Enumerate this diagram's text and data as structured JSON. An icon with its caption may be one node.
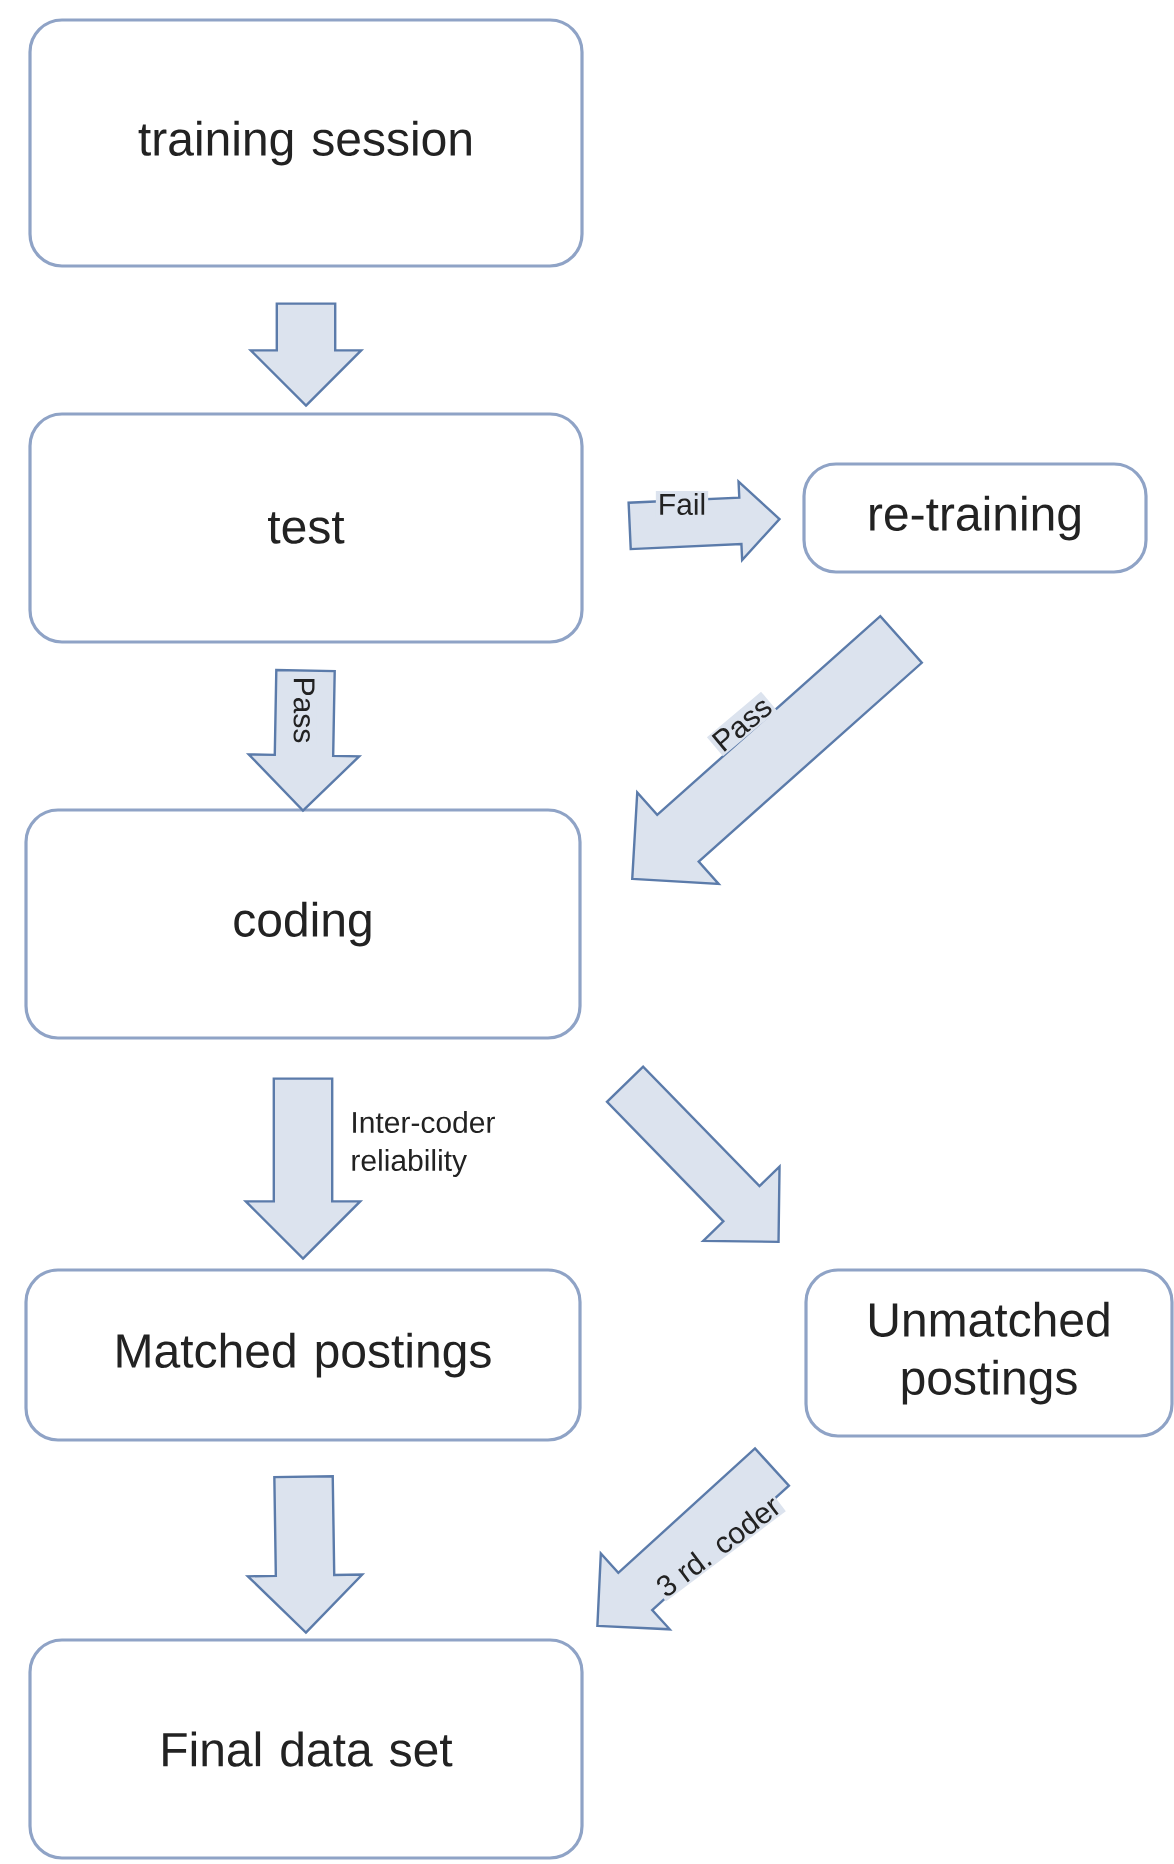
{
  "diagram": {
    "nodes": [
      {
        "text": [
          "training session"
        ]
      },
      {
        "text": [
          "test"
        ]
      },
      {
        "text": [
          "re-training"
        ]
      },
      {
        "text": [
          "coding"
        ]
      },
      {
        "text": [
          "Matched postings"
        ]
      },
      {
        "text": [
          "Unmatched postings"
        ]
      },
      {
        "text": [
          "Final data set"
        ]
      }
    ],
    "edges": [
      {
        "from": 0,
        "to": 1,
        "arrow": "to"
      },
      {
        "from": 1,
        "to": 2,
        "arrow": "to",
        "label": "Fail"
      },
      {
        "from": 1,
        "to": 3,
        "arrow": "to",
        "label": "Pass"
      },
      {
        "from": 2,
        "to": 3,
        "arrow": "to",
        "label": "Pass"
      },
      {
        "from": 3,
        "to": 4,
        "arrow": "to",
        "label": "Inter-coder reliability"
      },
      {
        "from": 3,
        "to": 5,
        "arrow": "to"
      },
      {
        "from": 4,
        "to": 6,
        "arrow": "to"
      },
      {
        "from": 5,
        "to": 6,
        "arrow": "to",
        "label": "3 rd. coder"
      }
    ]
  }
}
